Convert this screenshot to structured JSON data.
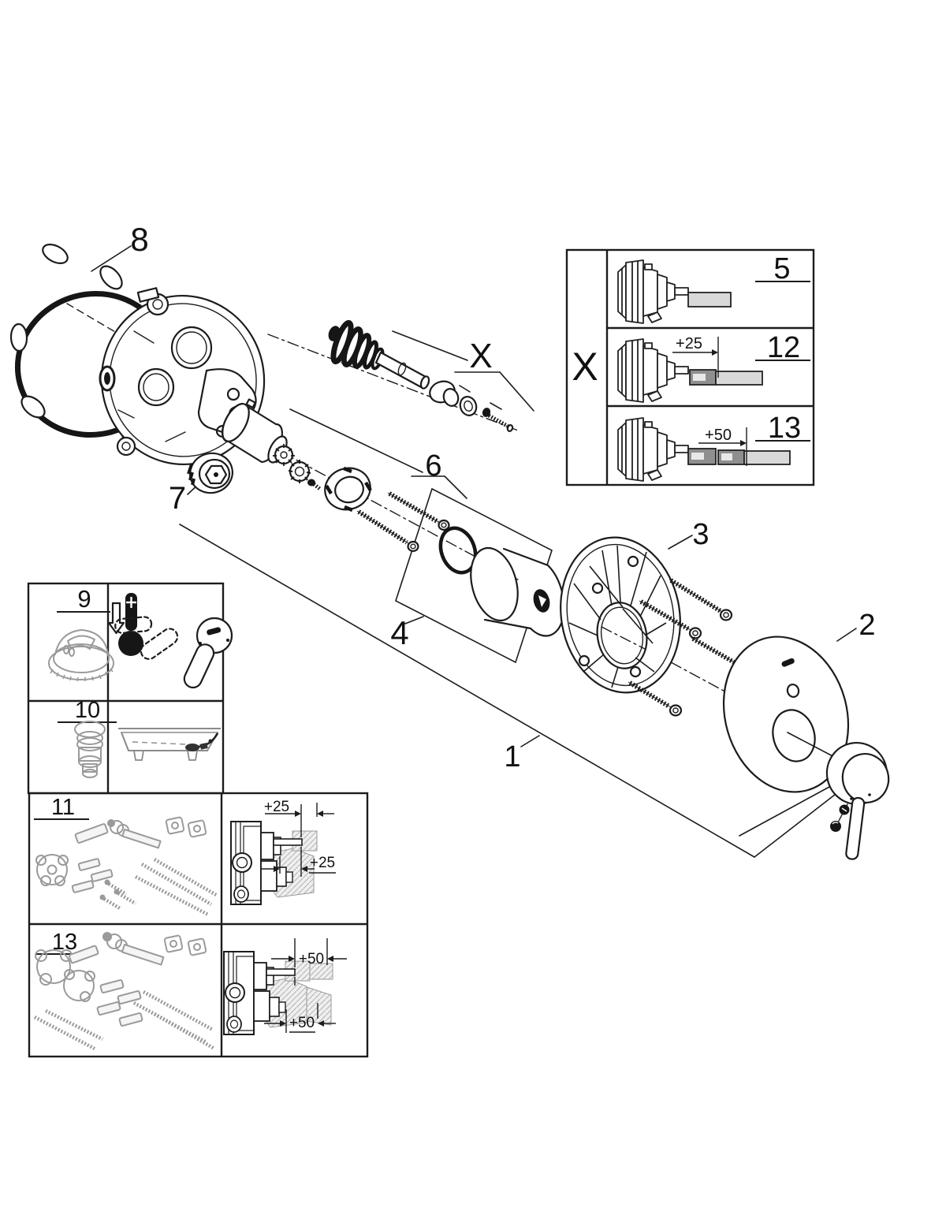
{
  "colors": {
    "line": "#1c1c1c",
    "grey_part": "#9a9a9a",
    "light_shaft_fill": "#d9d9d9",
    "dark_adapter_fill": "#8f8f8f",
    "hatch_grey": "#bdbdbd"
  },
  "exploded_view": {
    "callouts": {
      "part1": "1",
      "part2": "2",
      "part3": "3",
      "part4": "4",
      "part6": "6",
      "part7": "7",
      "part8": "8",
      "spindle_group": "X"
    }
  },
  "variant_table": {
    "header": "X",
    "rows": [
      {
        "part": "5",
        "dim": ""
      },
      {
        "part": "12",
        "dim": "+25"
      },
      {
        "part": "13",
        "dim": "+50"
      }
    ]
  },
  "accessory_table": {
    "cell_9": {
      "part": "9"
    },
    "cell_10": {
      "part": "10"
    },
    "cell_11": {
      "part": "11",
      "dim_top": "+25",
      "dim_bottom": "+25"
    },
    "cell_13": {
      "part": "13",
      "dim_top": "+50",
      "dim_bottom": "+50"
    }
  }
}
